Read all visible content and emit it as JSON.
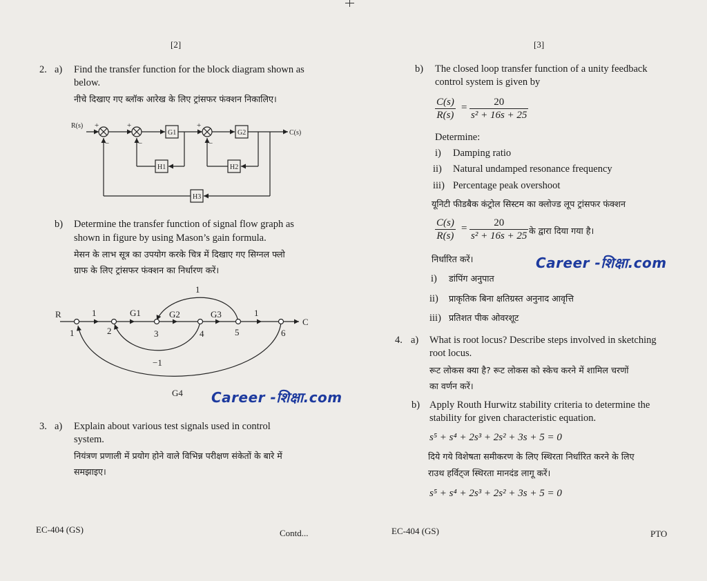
{
  "left_page": {
    "page_number": "[2]",
    "q2": {
      "number": "2.",
      "a": {
        "label": "a)",
        "english_line1": "Find the transfer function for the block diagram shown as",
        "english_line2": "below.",
        "hindi": "नीचे दिखाए गए ब्लॉक आरेख के लिए ट्रांसफर फंक्शन निकालिए।"
      },
      "block_diagram": {
        "input": "R(s)",
        "output": "C(s)",
        "blocks": [
          "G1",
          "G2",
          "H1",
          "H2",
          "H3"
        ]
      },
      "b": {
        "label": "b)",
        "english_line1": "Determine the transfer function of signal flow graph as",
        "english_line2": "shown in figure by using Mason’s gain formula.",
        "hindi_line1": "मेसन के लाभ सूत्र का उपयोग करके चित्र में दिखाए गए सिग्नल फ्लो",
        "hindi_line2": "ग्राफ के लिए ट्रांसफर फंक्शन का निर्धारण करें।"
      },
      "signal_flow_graph": {
        "input": "R",
        "output": "C",
        "nodes": [
          "1",
          "2",
          "3",
          "4",
          "5",
          "6"
        ],
        "forward_gains": [
          "1",
          "G1",
          "G2",
          "G3",
          "1"
        ],
        "loop_top": "1",
        "loop_bottom": "−1",
        "feedback": "G4"
      }
    },
    "watermark": "Career -शिक्षा.com",
    "q3": {
      "number": "3.",
      "a": {
        "label": "a)",
        "english_line1": "Explain about various test signals used in control",
        "english_line2": "system.",
        "hindi_line1": "नियंत्रण प्रणाली में प्रयोग होने वाले विभिन्न परीक्षण संकेतों के बारे में",
        "hindi_line2": "समझाइए।"
      }
    },
    "footer_code": "EC-404 (GS)",
    "footer_contd": "Contd..."
  },
  "right_page": {
    "page_number": "[3]",
    "q2b": {
      "label": "b)",
      "english_line1": "The closed loop transfer function of a unity feedback",
      "english_line2": "control system is given by",
      "tf_lhs_num": "C(s)",
      "tf_lhs_den": "R(s)",
      "tf_num": "20",
      "tf_den": "s² + 16s + 25",
      "determine": "Determine:",
      "items": [
        {
          "num": "i)",
          "text": "Damping ratio"
        },
        {
          "num": "ii)",
          "text": "Natural undamped resonance frequency"
        },
        {
          "num": "iii)",
          "text": "Percentage peak overshoot"
        }
      ],
      "hindi_line1": "यूनिटी फीडबैक कंट्रोल सिस्टम का क्लोज्ड लूप ट्रांसफर फंक्शन",
      "hindi_given": "के द्वारा दिया गया है।",
      "hindi_determine": "निर्धारित करें।",
      "hindi_items": [
        {
          "num": "i)",
          "text": "डांपिंग अनुपात"
        },
        {
          "num": "ii)",
          "text": "प्राकृतिक बिना क्षतिग्रस्त अनुनाद आवृत्ति"
        },
        {
          "num": "iii)",
          "text": "प्रतिशत पीक ओवरशूट"
        }
      ]
    },
    "watermark": "Career -शिक्षा.com",
    "q4": {
      "number": "4.",
      "a": {
        "label": "a)",
        "english_line1": "What is root locus? Describe steps involved in sketching",
        "english_line2": "root locus.",
        "hindi_line1": "रूट लोकस क्या है? रूट लोकस को स्केच करने में शामिल चरणों",
        "hindi_line2": "का वर्णन करें।"
      },
      "b": {
        "label": "b)",
        "english_line1": "Apply Routh Hurwitz stability criteria to determine the",
        "english_line2": "stability for given characteristic equation.",
        "equation": "s⁵ + s⁴ + 2s³ + 2s² + 3s + 5 = 0",
        "hindi_line1": "दिये गये विशेषता समीकरण के लिए स्थिरता निर्धारित करने के लिए",
        "hindi_line2": "राउथ हर्विट्ज स्थिरता मानदंड लागू करें।",
        "equation_repeat": "s⁵ + s⁴ + 2s³ + 2s² + 3s + 5 = 0"
      }
    },
    "footer_code": "EC-404 (GS)",
    "footer_pto": "PTO"
  }
}
